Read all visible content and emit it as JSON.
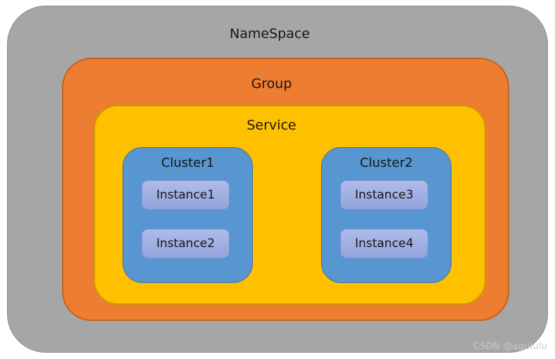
{
  "diagram": {
    "title": "Nested namespace/group/service/cluster/instance diagram",
    "namespace": {
      "label": "NameSpace"
    },
    "group": {
      "label": "Group"
    },
    "service": {
      "label": "Service"
    },
    "clusters": [
      {
        "label": "Cluster1",
        "instances": [
          {
            "label": "Instance1"
          },
          {
            "label": "Instance2"
          }
        ]
      },
      {
        "label": "Cluster2",
        "instances": [
          {
            "label": "Instance3"
          },
          {
            "label": "Instance4"
          }
        ]
      }
    ],
    "colors": {
      "namespace_fill": "#A6A6A6",
      "namespace_border": "#8C8C8C",
      "group_fill": "#ED7D31",
      "group_border": "#C4621F",
      "service_fill": "#FFC000",
      "service_border": "#CC9A00",
      "cluster_fill": "#5896D2",
      "cluster_border": "#3E6E9E",
      "instance_fill_top": "#AFBCEA",
      "instance_fill_bottom": "#93A3DC",
      "instance_border": "#7E8FD0",
      "watermark_color": "#C9C9C9"
    }
  },
  "watermark": {
    "text": "CSDN @agululu"
  }
}
